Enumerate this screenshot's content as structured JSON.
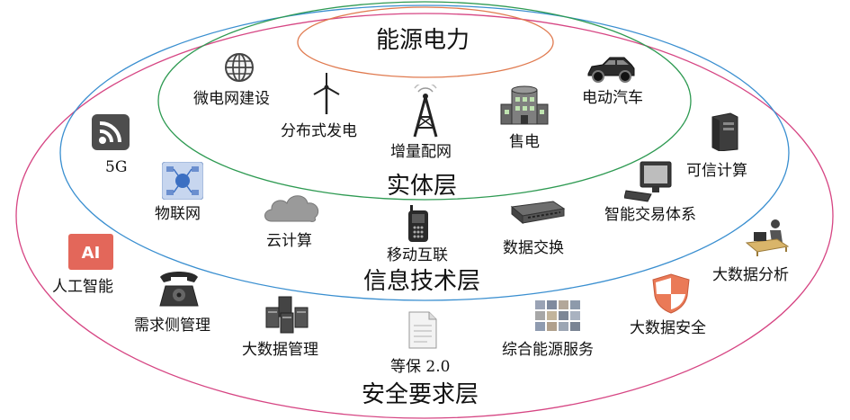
{
  "core": {
    "label": "能源电力",
    "color": "#e07a4f"
  },
  "layers": {
    "physical": {
      "label": "实体层",
      "color": "#2e9a52"
    },
    "it": {
      "label": "信息技术层",
      "color": "#3a8fd0"
    },
    "security": {
      "label": "安全要求层",
      "color": "#d64583"
    }
  },
  "physical_items": [
    {
      "label": "微电网建设",
      "icon": "globe-icon"
    },
    {
      "label": "分布式发电",
      "icon": "wind-turbine-icon"
    },
    {
      "label": "增量配网",
      "icon": "transmission-tower-icon"
    },
    {
      "label": "售电",
      "icon": "building-icon"
    },
    {
      "label": "电动汽车",
      "icon": "car-icon"
    }
  ],
  "it_items": [
    {
      "label": "5G",
      "icon": "wifi-icon"
    },
    {
      "label": "物联网",
      "icon": "iot-icon"
    },
    {
      "label": "云计算",
      "icon": "cloud-icon"
    },
    {
      "label": "移动互联",
      "icon": "mobile-phone-icon"
    },
    {
      "label": "数据交换",
      "icon": "network-switch-icon"
    },
    {
      "label": "智能交易体系",
      "icon": "computer-icon"
    },
    {
      "label": "可信计算",
      "icon": "server-tower-icon"
    }
  ],
  "security_items": [
    {
      "label": "人工智能",
      "icon": "ai-icon"
    },
    {
      "label": "需求侧管理",
      "icon": "telephone-icon"
    },
    {
      "label": "大数据管理",
      "icon": "server-cluster-icon"
    },
    {
      "label": "等保 2.0",
      "icon": "document-icon"
    },
    {
      "label": "综合能源服务",
      "icon": "photo-grid-icon"
    },
    {
      "label": "大数据安全",
      "icon": "shield-icon"
    },
    {
      "label": "大数据分析",
      "icon": "analyst-desk-icon"
    }
  ]
}
